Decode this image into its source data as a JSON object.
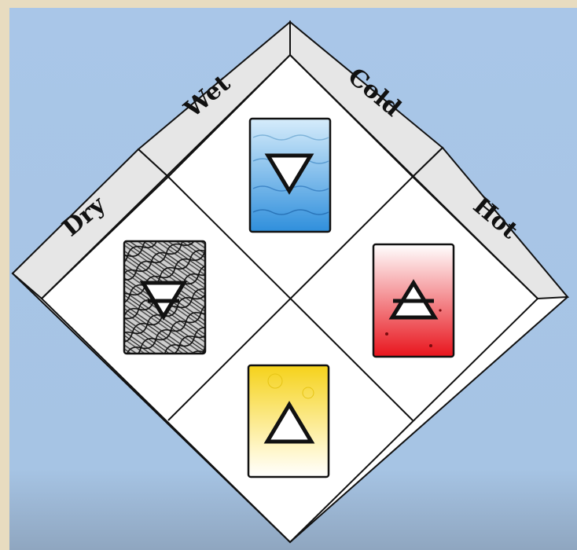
{
  "labels": {
    "dry": "Dry",
    "wet": "Wet",
    "cold": "Cold",
    "hot": "Hot"
  },
  "elements": [
    {
      "name": "water",
      "symbol": "downward-triangle",
      "colors": [
        "#b8dcf6",
        "#2f8fdc"
      ],
      "quadrant": "top"
    },
    {
      "name": "earth",
      "symbol": "downward-triangle-with-bar",
      "colors": [
        "#d0d0d0",
        "#2a2a2a"
      ],
      "quadrant": "left"
    },
    {
      "name": "air",
      "symbol": "upward-triangle-with-bar",
      "colors": [
        "#ffffff",
        "#e8141c"
      ],
      "quadrant": "right"
    },
    {
      "name": "fire",
      "symbol": "upward-triangle",
      "colors": [
        "#f5d21a",
        "#ffffff"
      ],
      "quadrant": "bottom"
    }
  ],
  "colors": {
    "background_frame": "#e8dcc0",
    "panel_blue": "#a8c6e6",
    "band_fill": "#e6e6e6",
    "diamond_fill": "#ffffff",
    "line": "#111111"
  }
}
